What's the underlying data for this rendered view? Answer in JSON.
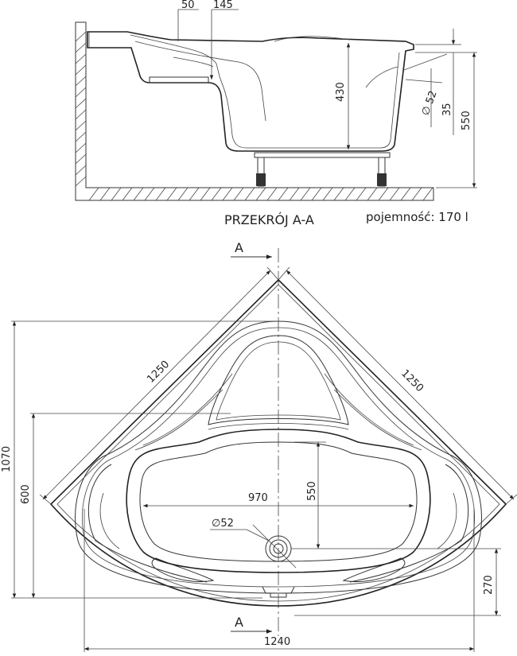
{
  "section": {
    "title": "PRZEKRÓJ A-A",
    "capacity": "pojemność: 170 l",
    "dims": {
      "d50": "50",
      "d145": "145",
      "d430": "430",
      "d35": "35",
      "d550": "550",
      "drain": "∅ 52"
    }
  },
  "plan": {
    "section_mark": "A",
    "dims": {
      "side_left": "1250",
      "side_right": "1250",
      "total_height": "1070",
      "height_600": "600",
      "inner_width": "970",
      "inner_depth": "550",
      "drain": "∅52",
      "drain_offset": "270",
      "total_width": "1240"
    }
  }
}
